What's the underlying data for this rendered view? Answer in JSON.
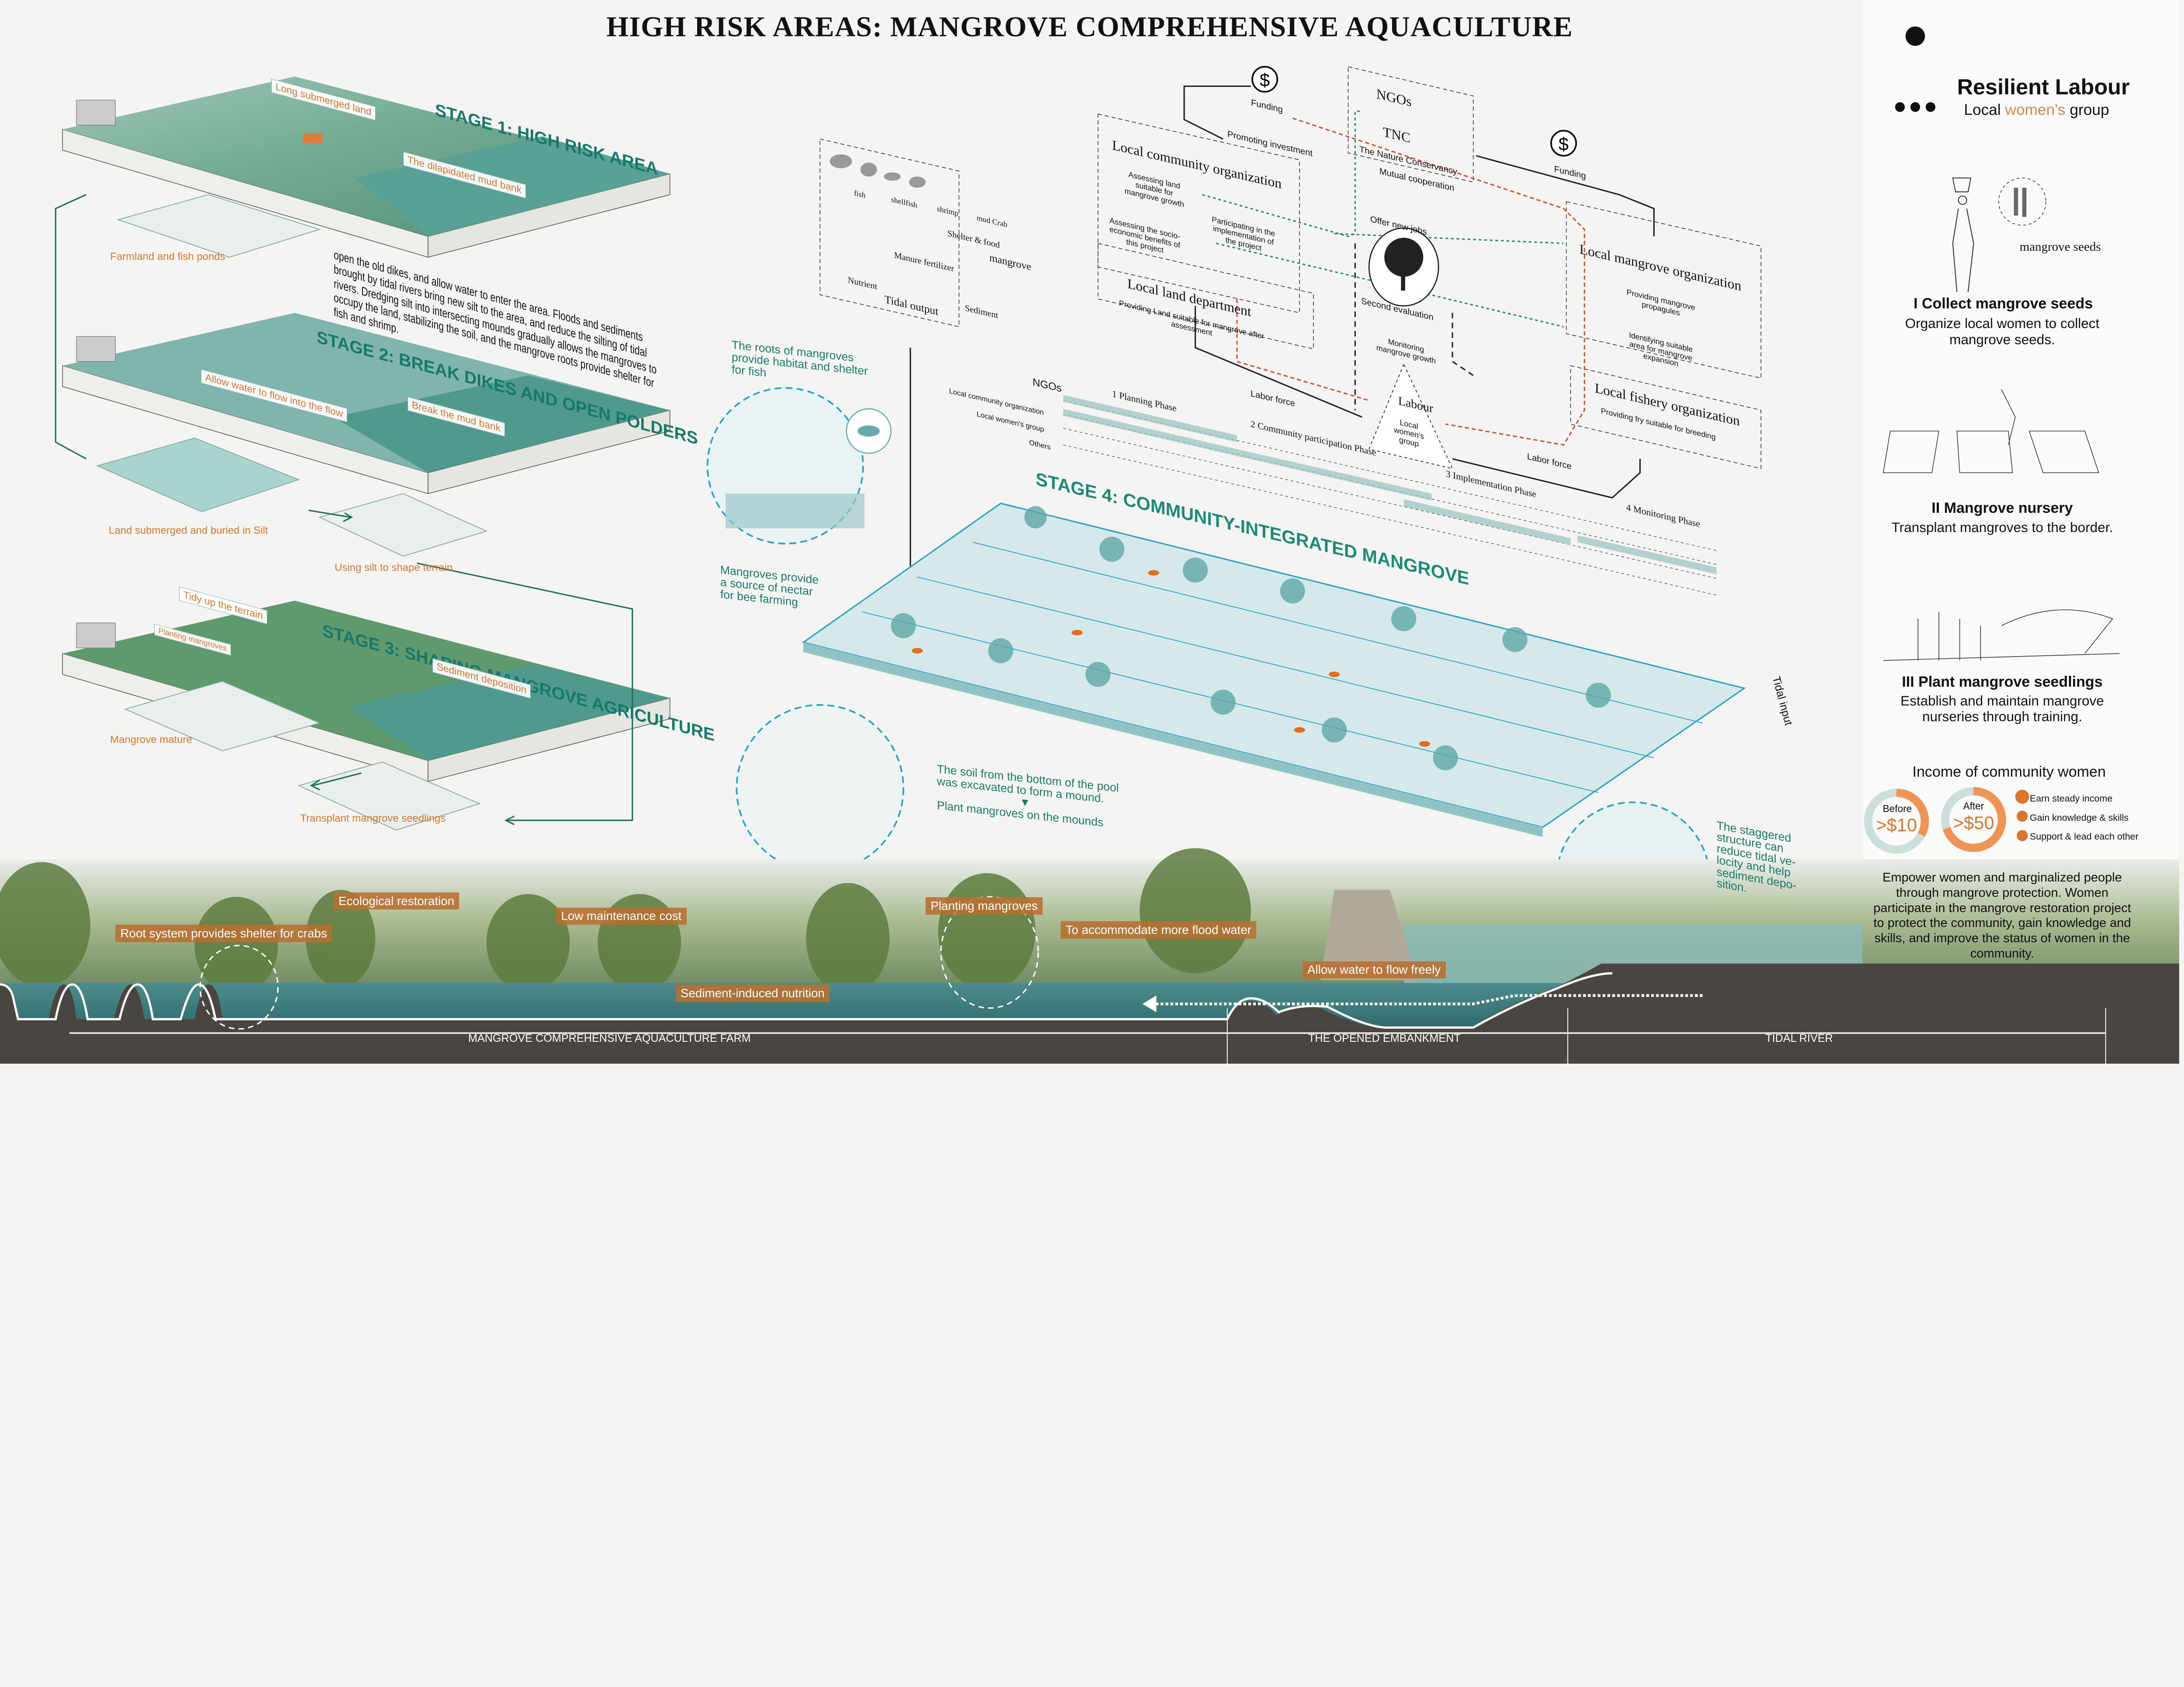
{
  "title": "HIGH RISK AREAS: MANGROVE COMPREHENSIVE AQUACULTURE",
  "stage1": {
    "title": "STAGE 1: HIGH RISK AREA",
    "labels": [
      "Long submerged land",
      "The dilapidated mud bank",
      "Farmland and fish ponds"
    ],
    "description_lines": [
      "open the old dikes, and allow water to enter the area. Floods and sediments",
      "brought by tidal rivers bring new silt to the area, and reduce the silting of tidal",
      "rivers. Dredging silt into intersecting mounds gradually allows the mangroves to",
      "occupy the land, stabilizing the soil, and the mangrove roots provide shelter for",
      "fish and shrimp."
    ]
  },
  "stage2": {
    "title": "STAGE 2: BREAK DIKES AND OPEN POLDERS",
    "labels": [
      "Allow water to flow into the flow",
      "Break the mud bank",
      "Land submerged and buried in Silt",
      "Using silt to shape terrain"
    ]
  },
  "stage3": {
    "title": "STAGE 3: SHAPING MANGROVE AGRICULTURE",
    "labels": [
      "Tidy up the terrain",
      "Planting mangroves",
      "Sediment deposition",
      "Mangrove mature",
      "Transplant mangrove seedlings"
    ]
  },
  "ecology": {
    "species": [
      "fish",
      "shellfish",
      "shrimp",
      "mud Crab"
    ],
    "shelter": "Shelter & food",
    "mangrove": "mangrove",
    "manure": "Manure fertilizer",
    "nutrient": "Nutrient",
    "tidal_output": "Tidal output",
    "sediment": "Sediment"
  },
  "network": {
    "funding_1": "Funding",
    "funding_2": "Funding",
    "ngos": {
      "title": "NGOs",
      "tnc": "TNC",
      "tnc_full": "The Nature Conservancy"
    },
    "promoting": "Promoting investment",
    "mutual": "Mutual cooperation",
    "offer_jobs": "Offer new jobs",
    "community_org": {
      "title": "Local community organization",
      "tasks": [
        "Assessing land suitable for mangrove growth",
        "Assessing the socio-economic benefits of this project",
        "Participating in the implementation of the project"
      ]
    },
    "land_dept": {
      "title": "Local land department",
      "task": "Providing Land suitable for mangrove after assessment"
    },
    "second_eval": "Second evaluation",
    "monitoring": "Monitoring mangrove growth",
    "mangrove_org": {
      "title": "Local mangrove organization",
      "tasks": [
        "Providing mangrove propagules",
        "Identifying suitable area for mangrove expansion"
      ]
    },
    "fishery_org": {
      "title": "Local fishery organization",
      "task": "Providing fry suitable for breeding"
    },
    "labour": {
      "title": "Labour",
      "sub": "Local women's group"
    },
    "labor_force_1": "Labor force",
    "labor_force_2": "Labor force"
  },
  "timeline": {
    "actors": [
      "NGOs",
      "Local community organization",
      "Local women's group",
      "Others"
    ],
    "phases": [
      "1  Planning Phase",
      "2  Community participation Phase",
      "3  Implementation Phase",
      "4  Monitoring Phase"
    ]
  },
  "stage4": {
    "title": "STAGE 4: COMMUNITY-INTEGRATED MANGROVE",
    "roots_caption": [
      "The roots of mangroves",
      "provide habitat and shelter",
      "for fish"
    ],
    "bee_caption": [
      "Mangroves provide",
      "a source of nectar",
      "for bee farming"
    ],
    "soil_caption": [
      "The soil from the bottom of the pool",
      "was excavated to form a mound."
    ],
    "plant_caption": "Plant mangroves on the mounds",
    "staggered_caption": [
      "The staggered",
      "structure can",
      "reduce tidal ve-",
      "locity and help",
      "sediment depo-",
      "sition."
    ],
    "tidal_input": "Tidal input"
  },
  "right_panel": {
    "title": "Resilient Labour",
    "subtitle_pre": "Local ",
    "subtitle_accent": "women's",
    "subtitle_post": " group",
    "seeds_label": "mangrove seeds",
    "steps": [
      {
        "title": "I  Collect mangrove seeds",
        "desc": [
          "Organize local women to collect",
          "mangrove seeds."
        ]
      },
      {
        "title": "II Mangrove nursery",
        "desc": [
          "Transplant mangroves to the border."
        ]
      },
      {
        "title": "III Plant mangrove seedlings",
        "desc": [
          "Establish and maintain mangrove",
          "nurseries through training."
        ]
      }
    ],
    "income": {
      "title": "Income of community women",
      "before_label": "Before",
      "before_value": ">$10",
      "before_fraction": 0.33,
      "after_label": "After",
      "after_value": ">$50",
      "after_fraction": 0.7,
      "benefits": [
        "Earn steady income",
        "Gain knowledge & skills",
        "Support & lead each other"
      ]
    },
    "empower_lines": [
      "Empower women and marginalized people",
      "through mangrove protection. Women",
      "participate in the mangrove  restoration project",
      "to protect the community,  gain knowledge and",
      "skills, and improve the status of women in the",
      "community."
    ]
  },
  "section": {
    "tags": [
      "Ecological restoration",
      "Root system provides shelter for  crabs",
      "Low maintenance cost",
      "Planting mangroves",
      "To accommodate more flood water",
      "Sediment-induced nutrition",
      "Allow water to flow freely"
    ],
    "zones": [
      "MANGROVE COMPREHENSIVE AQUACULTURE FARM",
      "THE OPENED EMBANKMENT",
      "TIDAL RIVER"
    ]
  },
  "colors": {
    "teal": "#16796a",
    "orange": "#d8782f",
    "blue": "#2aa3c8",
    "donut_orange": "#ee9455",
    "donut_gray": "#cddfdc"
  }
}
